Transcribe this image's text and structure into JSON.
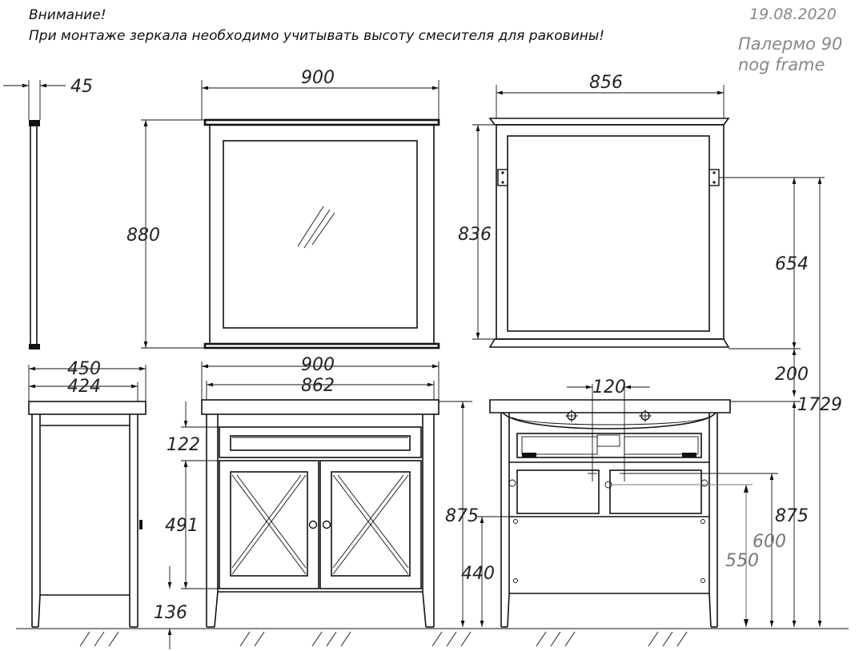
{
  "header": {
    "warning_title": "Внимание!",
    "warning_text": "При монтаже зеркала необходимо учитывать высоту смесителя для раковины!",
    "date": "19.08.2020",
    "product_name": "Палермо 90",
    "product_variant": "nog frame"
  },
  "dimensions": {
    "mirror_depth": "45",
    "mirror_width": "900",
    "mirror_height": "880",
    "mirror_frame_width": "856",
    "mirror_frame_height": "836",
    "mirror_mount_height": "654",
    "gap_sink_mirror": "200",
    "total_height": "1729",
    "cabinet_depth_outer": "450",
    "cabinet_depth_inner": "424",
    "cabinet_width_outer": "900",
    "cabinet_width_inner": "862",
    "drawer_height": "122",
    "doors_height": "491",
    "legs_height": "136",
    "cabinet_height_front": "875",
    "inner_height": "440",
    "pipe_spacing": "120",
    "cabinet_height_back": "875",
    "pipe_height_upper": "600",
    "pipe_height_lower": "550"
  }
}
